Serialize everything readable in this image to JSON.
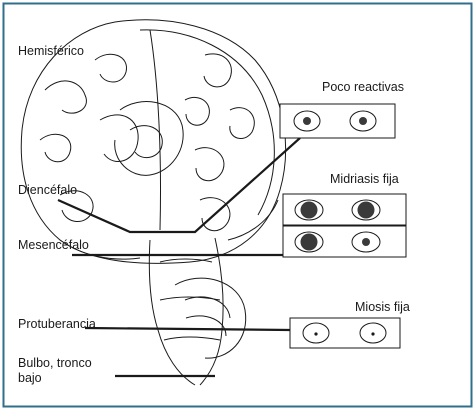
{
  "labels": {
    "hemispheric": "Hemisférico",
    "diencephalon": "Diencéfalo",
    "mesencephalon": "Mesencéfalo",
    "pons": "Protuberancia",
    "bulb": "Bulbo, tronco bajo"
  },
  "pupils": {
    "reactive_low": "Poco reactivas",
    "mydriasis_fixed": "Midriasis fija",
    "miosis_fixed": "Miosis fija"
  },
  "colors": {
    "frame": "#2f6f8a",
    "ink": "#1a1a1a",
    "pupil_dark": "#3a3a3a"
  }
}
